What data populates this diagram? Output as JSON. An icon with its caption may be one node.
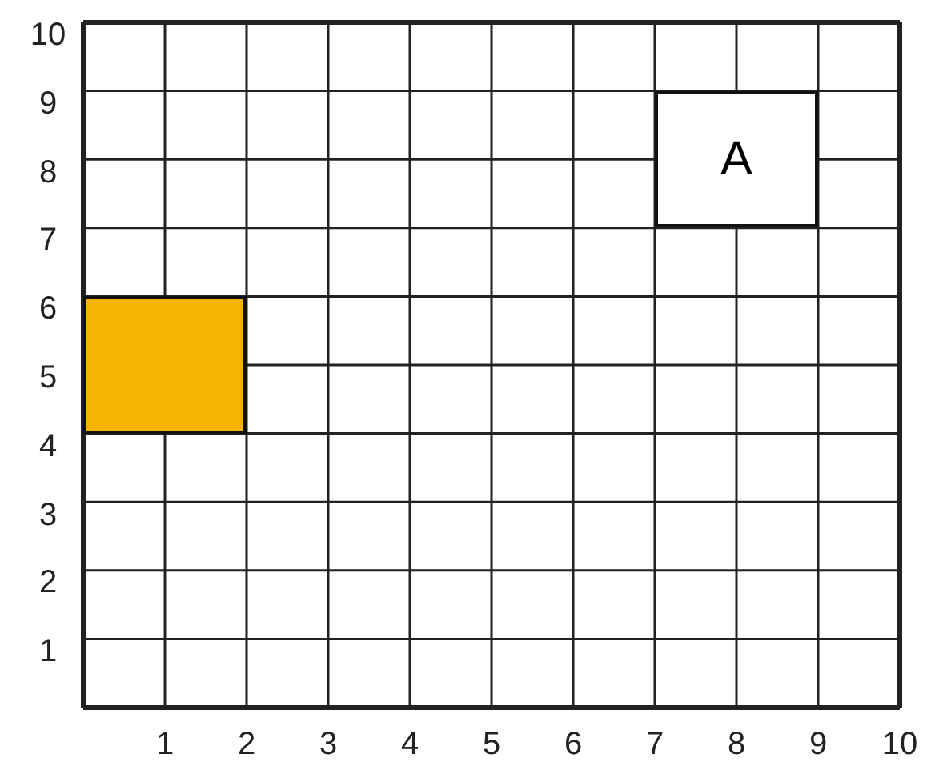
{
  "diagram": {
    "nodes": [
      {
        "text": [
          "A"
        ]
      },
      {
        "text": [],
        "shape": "box"
      }
    ],
    "labels": [
      "10",
      "9",
      "8",
      "7",
      "6",
      "5",
      "4",
      "3",
      "2",
      "1",
      "1",
      "2",
      "3",
      "4",
      "5",
      "6",
      "7",
      "8",
      "9",
      "10"
    ]
  }
}
